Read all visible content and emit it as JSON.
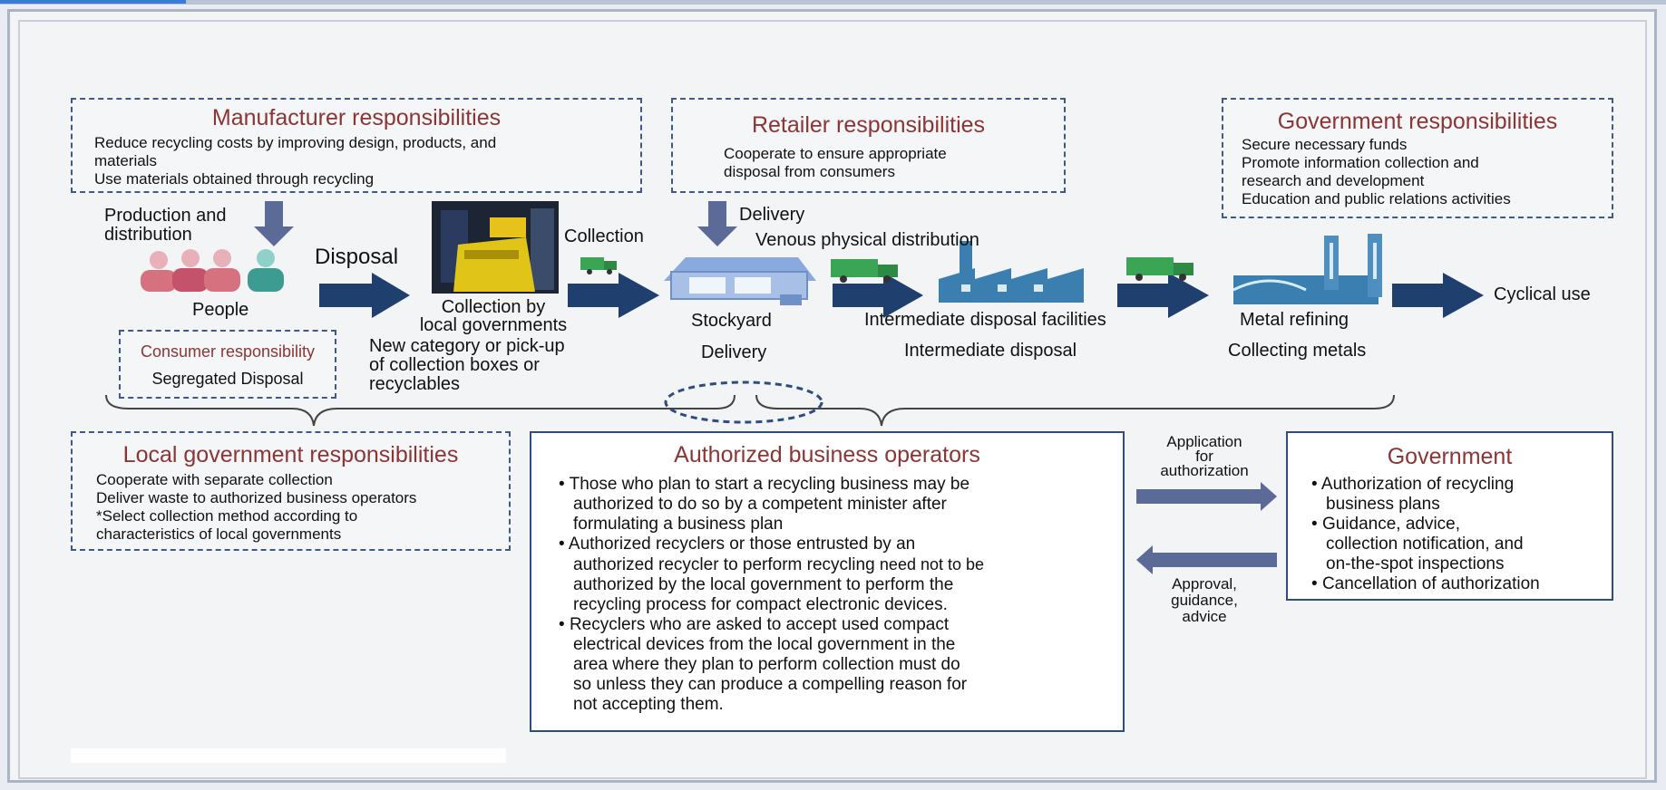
{
  "manufacturer": {
    "title": "Manufacturer responsibilities",
    "lines": [
      "Reduce recycling costs by improving design, products, and",
      "materials",
      "Use materials obtained through recycling"
    ]
  },
  "retailer": {
    "title": "Retailer responsibilities",
    "lines": [
      "Cooperate to ensure appropriate",
      "disposal from consumers"
    ]
  },
  "government_top": {
    "title": "Government responsibilities",
    "lines": [
      "Secure necessary funds",
      "Promote information collection and",
      "research and development",
      "Education and public relations activities"
    ]
  },
  "flow": {
    "production": [
      "Production and",
      "distribution"
    ],
    "disposal": "Disposal",
    "people": "People",
    "collection": "Collection",
    "collection_by": [
      "Collection by",
      "local governments"
    ],
    "new_category": [
      "New category or pick-up",
      "of collection boxes or",
      "recyclables"
    ],
    "delivery_top": "Delivery",
    "venous": "Venous physical distribution",
    "stockyard": "Stockyard",
    "delivery_bottom": "Delivery",
    "intermediate_facilities": "Intermediate disposal facilities",
    "intermediate_disposal": "Intermediate disposal",
    "metal_refining": "Metal refining",
    "collecting_metals": "Collecting metals",
    "cyclical_use": "Cyclical use"
  },
  "consumer": {
    "title": "Consumer responsibility",
    "text": "Segregated Disposal"
  },
  "local_gov": {
    "title": "Local government responsibilities",
    "lines": [
      "Cooperate with separate collection",
      "Deliver waste to authorized business operators",
      "*Select collection method according to",
      "characteristics of local governments"
    ]
  },
  "authorized": {
    "title": "Authorized business operators",
    "bullets": [
      [
        "Those who plan to start a recycling business may be",
        "authorized to do so by a competent minister after",
        "formulating a business plan"
      ],
      [
        "Authorized recyclers or those entrusted by an",
        "authorized recycler to perform recycling",
        "authorized by the local government to perform the",
        "recycling process for compact electronic devices."
      ],
      [
        "Recyclers who are asked to accept used compact",
        "electrical devices from the local government in the",
        "area where they plan to perform collection must do",
        "so unless they can produce a compelling reason for",
        "not accepting them."
      ]
    ],
    "overlay": "need not to be"
  },
  "application": [
    "Application",
    "for",
    "authorization"
  ],
  "approval": [
    "Approval,",
    "guidance,",
    "advice"
  ],
  "government": {
    "title": "Government",
    "bullets": [
      [
        "Authorization of recycling",
        "business plans"
      ],
      [
        "Guidance, advice,",
        "collection notification, and",
        "on-the-spot inspections"
      ],
      [
        "Cancellation of authorization"
      ]
    ]
  },
  "colors": {
    "title_red": "#8b3535",
    "arrow_navy": "#1f3f6e",
    "arrow_slate": "#5b6a96",
    "dash_blue": "#3d5a8a",
    "truck_green": "#3aa655",
    "building_blue": "#3a7fb0"
  }
}
